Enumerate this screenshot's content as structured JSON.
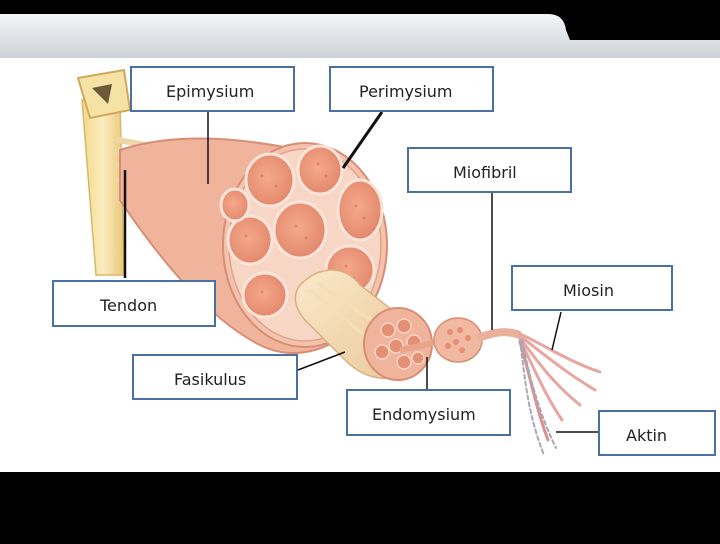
{
  "labels": {
    "epimysium": "Epimysium",
    "perimysium": "Perimysium",
    "miofibril": "Miofibril",
    "miosin": "Miosin",
    "tendon": "Tendon",
    "fasikulus": "Fasikulus",
    "endomysium": "Endomysium",
    "aktin": "Aktin"
  },
  "colors": {
    "slide_background": "#000000",
    "diagram_area": "#ffffff",
    "label_border": "#4a6fa5",
    "muscle_tissue": "#f2b59a",
    "tendon": "#f6e1a0"
  }
}
